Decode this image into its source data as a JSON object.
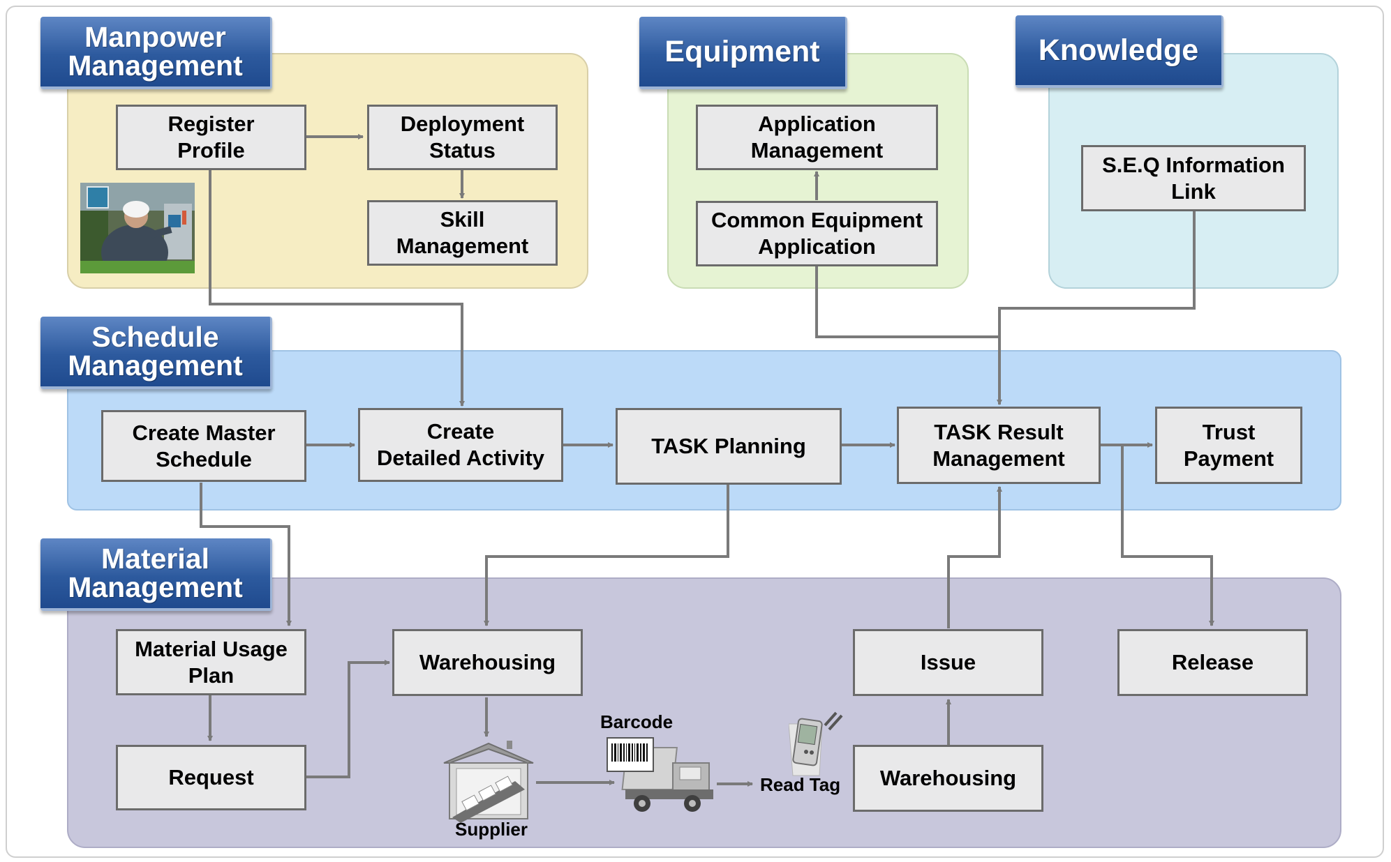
{
  "sections": {
    "manpower": "Manpower\nManagement",
    "equipment": "Equipment",
    "knowledge": "Knowledge",
    "schedule": "Schedule\nManagement",
    "material": "Material\nManagement"
  },
  "boxes": {
    "register_profile": "Register\nProfile",
    "deployment_status": "Deployment\nStatus",
    "skill_management": "Skill\nManagement",
    "application_management": "Application\nManagement",
    "common_equipment_application": "Common Equipment\nApplication",
    "seq_information_link": "S.E.Q Information\nLink",
    "create_master_schedule": "Create Master\nSchedule",
    "create_detailed_activity": "Create\nDetailed Activity",
    "task_planning": "TASK Planning",
    "task_result_management": "TASK Result\nManagement",
    "trust_payment": "Trust\nPayment",
    "material_usage_plan": "Material Usage\nPlan",
    "warehousing_top": "Warehousing",
    "issue": "Issue",
    "release": "Release",
    "request": "Request",
    "warehousing_bottom": "Warehousing"
  },
  "labels": {
    "barcode": "Barcode",
    "read_tag": "Read Tag",
    "supplier": "Supplier"
  },
  "colors": {
    "manpower_bg": "#f6edc3",
    "equipment_bg": "#e6f3d3",
    "knowledge_bg": "#d7eef3",
    "schedule_bg": "#bcdaf8",
    "material_bg": "#c8c7dc",
    "tab_blue": "#2d5a9e",
    "connector": "#7a7a7a"
  }
}
